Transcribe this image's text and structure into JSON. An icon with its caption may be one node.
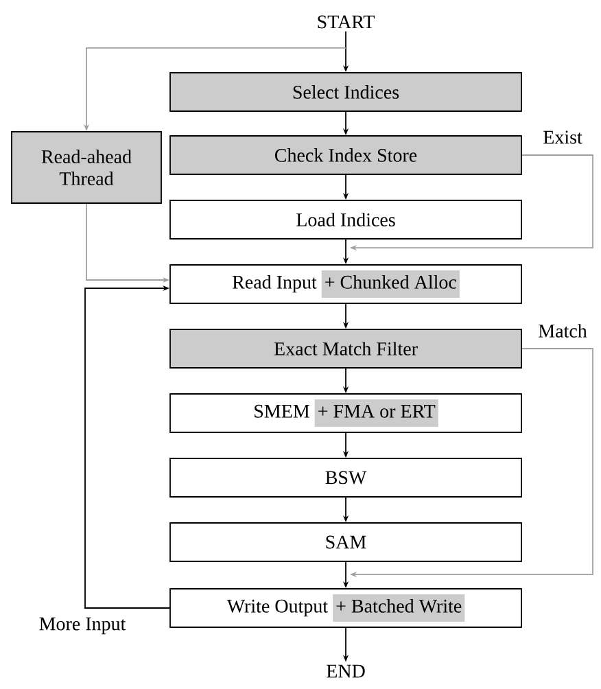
{
  "diagram": {
    "nodes": [
      {
        "text": [
          "START"
        ]
      },
      {
        "text": [
          "Select Indices"
        ]
      },
      {
        "text": [
          "Read-ahead Thread"
        ]
      },
      {
        "text": [
          "Check Index Store"
        ]
      },
      {
        "text": [
          "Load Indices"
        ]
      },
      {
        "text": [
          "Read Input",
          "+ Chunked Alloc"
        ]
      },
      {
        "text": [
          "Exact Match Filter"
        ]
      },
      {
        "text": [
          "SMEM",
          "+ FMA or ERT"
        ]
      },
      {
        "text": [
          "BSW"
        ]
      },
      {
        "text": [
          "SAM"
        ]
      },
      {
        "text": [
          "Write Output",
          "+ Batched Write"
        ]
      },
      {
        "text": [
          "END"
        ]
      }
    ],
    "edges": [
      {
        "from": 0,
        "to": 1,
        "arrow": "to"
      },
      {
        "from": 0,
        "to": 2,
        "arrow": "to",
        "color": "#a0a0a0"
      },
      {
        "from": 1,
        "to": 3,
        "arrow": "to"
      },
      {
        "from": 3,
        "to": 4,
        "arrow": "to"
      },
      {
        "from": 3,
        "to": 5,
        "arrow": "to",
        "label": "Exist",
        "color": "#a0a0a0"
      },
      {
        "from": 4,
        "to": 5,
        "arrow": "to"
      },
      {
        "from": 2,
        "to": 5,
        "arrow": "to",
        "color": "#a0a0a0"
      },
      {
        "from": 5,
        "to": 6,
        "arrow": "to"
      },
      {
        "from": 6,
        "to": 7,
        "arrow": "to"
      },
      {
        "from": 6,
        "to": 10,
        "arrow": "to",
        "label": "Match",
        "color": "#a0a0a0"
      },
      {
        "from": 7,
        "to": 8,
        "arrow": "to"
      },
      {
        "from": 8,
        "to": 9,
        "arrow": "to"
      },
      {
        "from": 9,
        "to": 10,
        "arrow": "to"
      },
      {
        "from": 10,
        "to": 5,
        "arrow": "to",
        "label": "More Input"
      },
      {
        "from": 10,
        "to": 11,
        "arrow": "to"
      }
    ]
  }
}
